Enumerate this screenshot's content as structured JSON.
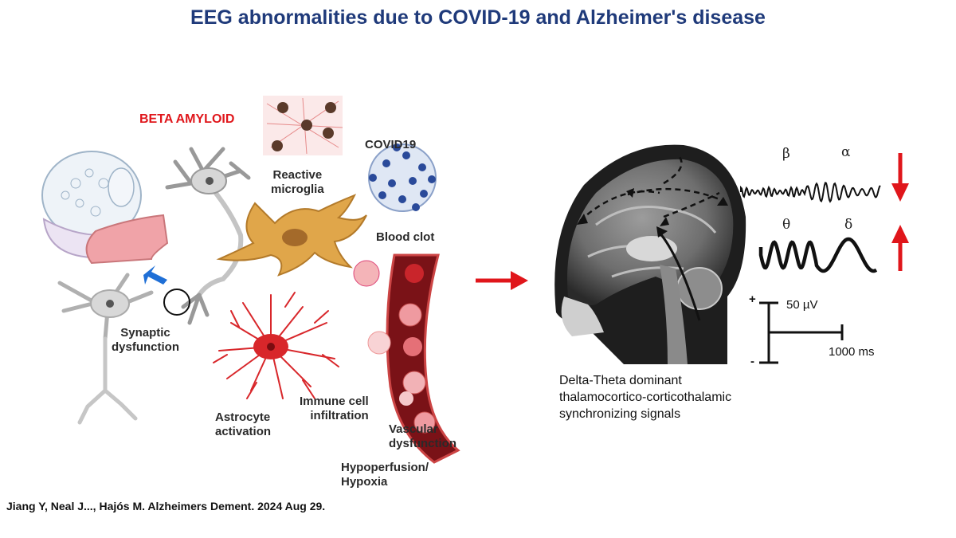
{
  "title": "EEG abnormalities due to COVID-19 and Alzheimer's disease",
  "left_panel": {
    "beta_amyloid": "BETA AMYLOID",
    "covid19": "COVID19",
    "reactive_microglia": "Reactive\nmicroglia",
    "blood_clot": "Blood clot",
    "synaptic_dysfunction": "Synaptic\ndysfunction",
    "astrocyte_activation": "Astrocyte\nactivation",
    "immune_cell_infiltration": "Immune cell\ninfiltration",
    "vascular_dysfunction": "Vascular\ndysfunction",
    "hypoperfusion_hypoxia": "Hypoperfusion/\nHypoxia"
  },
  "eeg": {
    "beta": "β",
    "alpha": "α",
    "theta": "θ",
    "delta": "δ",
    "plus": "+",
    "minus": "-",
    "voltage_scale": "50 µV",
    "time_scale": "1000 ms",
    "fast_band_direction": "down",
    "slow_band_direction": "up"
  },
  "caption": "Delta-Theta dominant\nthalamocortico-corticothalamic\nsynchronizing signals",
  "citation": "Jiang Y, Neal J..., Hajós M. Alzheimers Dement. 2024 Aug 29.",
  "colors": {
    "title": "#1f3a7a",
    "accent_red": "#e0161b",
    "microglia": "#e0a64a",
    "astrocyte": "#d8262a",
    "virus": "#2a4a9a"
  }
}
